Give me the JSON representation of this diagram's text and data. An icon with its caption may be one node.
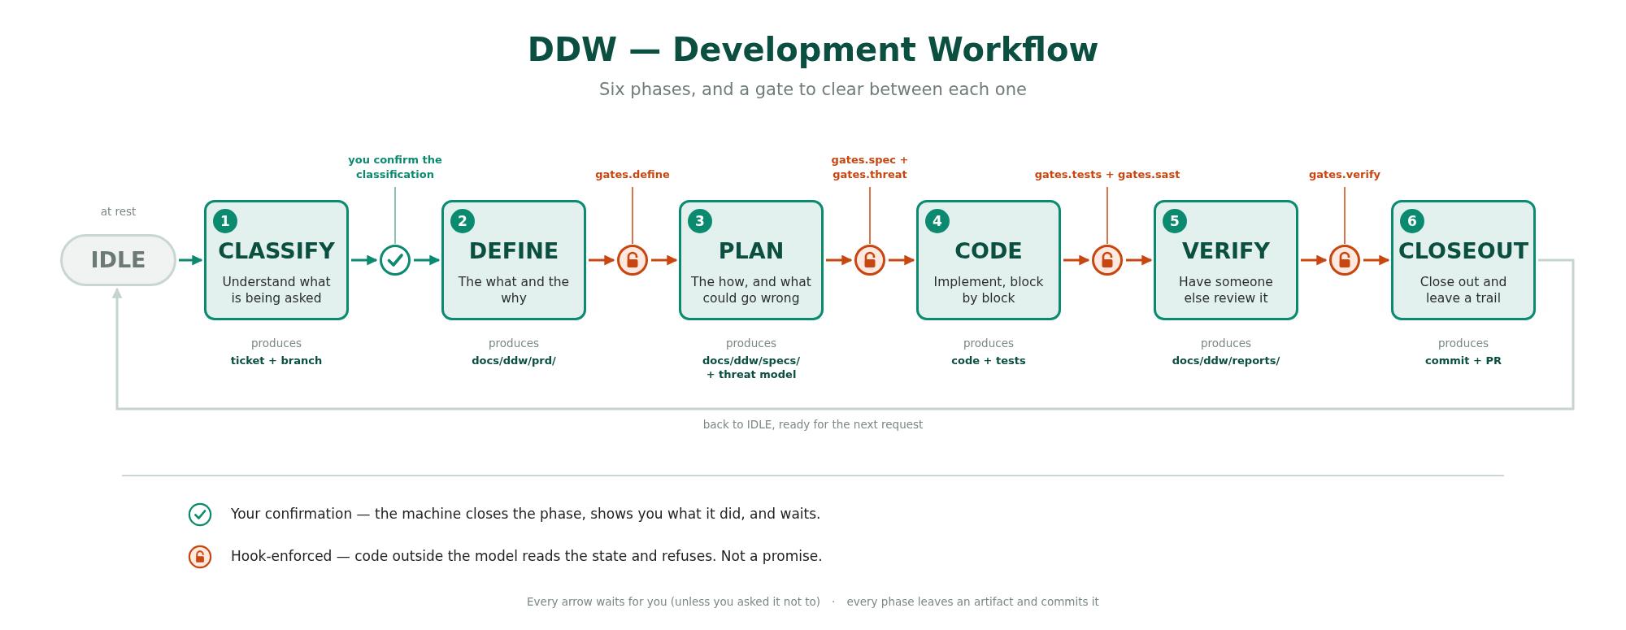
{
  "diagram": {
    "title": "DDW — Development Workflow",
    "nodes": [
      {
        "text": [
          "IDLE"
        ],
        "beside": [
          "at rest"
        ]
      },
      {
        "text": [
          "1",
          "CLASSIFY",
          "Understand what is being asked"
        ],
        "beside": [
          "produces",
          "ticket + branch"
        ]
      },
      {
        "text": [
          "you confirm the classification"
        ]
      },
      {
        "text": [],
        "shape": "circle"
      },
      {
        "text": [
          "2",
          "DEFINE",
          "The what and the why"
        ],
        "beside": [
          "produces",
          "docs/ddw/prd/"
        ]
      },
      {
        "text": [
          "gates.define"
        ]
      },
      {
        "text": [],
        "shape": "circle"
      },
      {
        "text": [
          "3",
          "PLAN",
          "The how, and what could go wrong"
        ],
        "beside": [
          "produces",
          "docs/ddw/specs/ + threat model"
        ]
      },
      {
        "text": [
          "gates.spec + gates.threat"
        ]
      },
      {
        "text": [],
        "shape": "circle"
      },
      {
        "text": [
          "4",
          "CODE",
          "Implement, block by block"
        ],
        "beside": [
          "produces",
          "code + tests"
        ]
      },
      {
        "text": [
          "gates.tests + gates.sast"
        ]
      },
      {
        "text": [],
        "shape": "circle"
      },
      {
        "text": [
          "5",
          "VERIFY",
          "Have someone else review it"
        ],
        "beside": [
          "produces",
          "docs/ddw/reports/"
        ]
      },
      {
        "text": [
          "gates.verify"
        ]
      },
      {
        "text": [],
        "shape": "circle"
      },
      {
        "text": [
          "6",
          "CLOSEOUT",
          "Close out and leave a trail"
        ],
        "beside": [
          "produces",
          "commit + PR"
        ]
      }
    ],
    "edges": [
      {
        "from": 0,
        "to": 1,
        "arrow": "to",
        "color": "#0b8a6f"
      },
      {
        "from": 1,
        "to": 3,
        "arrow": "to",
        "color": "#0b8a6f"
      },
      {
        "from": 3,
        "to": 4,
        "arrow": "to",
        "color": "#0b8a6f"
      },
      {
        "from": 4,
        "to": 6,
        "arrow": "to"
      },
      {
        "from": 6,
        "to": 7,
        "arrow": "to"
      },
      {
        "from": 7,
        "to": 9,
        "arrow": "to"
      },
      {
        "from": 9,
        "to": 10,
        "arrow": "to"
      },
      {
        "from": 10,
        "to": 12,
        "arrow": "to"
      },
      {
        "from": 12,
        "to": 13,
        "arrow": "to"
      },
      {
        "from": 13,
        "to": 15,
        "arrow": "to"
      },
      {
        "from": 15,
        "to": 16,
        "arrow": "to"
      },
      {
        "from": 16,
        "to": 0,
        "arrow": "to",
        "label": "back to IDLE, ready for the next request",
        "color": "#c5d4cf"
      },
      {
        "from": 2,
        "to": 3,
        "arrow": "none",
        "color": "#5fae9c"
      },
      {
        "from": 5,
        "to": 6,
        "arrow": "none"
      },
      {
        "from": 8,
        "to": 9,
        "arrow": "none"
      },
      {
        "from": 11,
        "to": 12,
        "arrow": "none"
      },
      {
        "from": 14,
        "to": 15,
        "arrow": "none"
      }
    ],
    "labels": [
      "Six phases, and a gate to clear between each one",
      "Every arrow waits for you (unless you asked it not to)",
      "·",
      "every phase leaves an artifact and commits it"
    ],
    "legend": [
      {
        "text": "Your confirmation — the machine closes the phase, shows you what it did, and waits."
      },
      {
        "text": "Hook-enforced — code outside the model reads the state and refuses. Not a promise."
      }
    ]
  }
}
